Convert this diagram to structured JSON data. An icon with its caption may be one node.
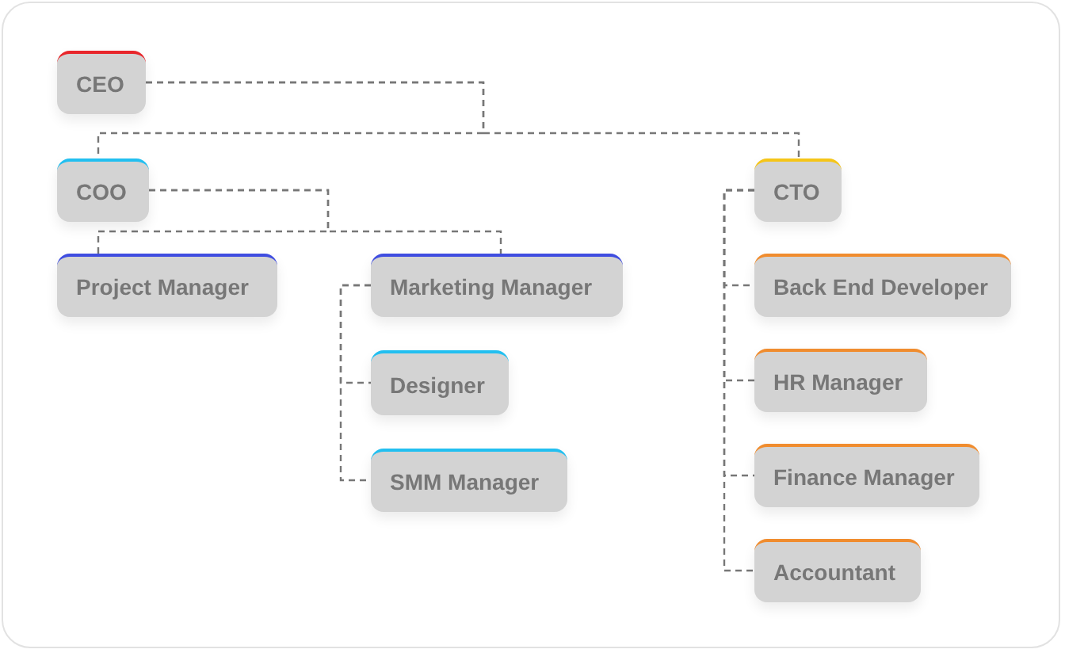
{
  "diagram": {
    "nodes": [
      {
        "text": [
          "CEO"
        ]
      },
      {
        "text": [
          "COO"
        ]
      },
      {
        "text": [
          "CTO"
        ]
      },
      {
        "text": [
          "Project Manager"
        ]
      },
      {
        "text": [
          "Marketing Manager"
        ]
      },
      {
        "text": [
          "Designer"
        ]
      },
      {
        "text": [
          "SMM Manager"
        ]
      },
      {
        "text": [
          "Back End Developer"
        ]
      },
      {
        "text": [
          "HR Manager"
        ]
      },
      {
        "text": [
          "Finance Manager"
        ]
      },
      {
        "text": [
          "Accountant"
        ]
      }
    ],
    "edges": [
      {
        "from": 0,
        "to": 1,
        "arrow": "none",
        "style": "dashed"
      },
      {
        "from": 0,
        "to": 2,
        "arrow": "none",
        "style": "dashed"
      },
      {
        "from": 1,
        "to": 3,
        "arrow": "none",
        "style": "dashed"
      },
      {
        "from": 1,
        "to": 4,
        "arrow": "none",
        "style": "dashed"
      },
      {
        "from": 4,
        "to": 5,
        "arrow": "none",
        "style": "dashed"
      },
      {
        "from": 4,
        "to": 6,
        "arrow": "none",
        "style": "dashed"
      },
      {
        "from": 2,
        "to": 7,
        "arrow": "none",
        "style": "dashed"
      },
      {
        "from": 2,
        "to": 8,
        "arrow": "none",
        "style": "dashed"
      },
      {
        "from": 2,
        "to": 9,
        "arrow": "none",
        "style": "dashed"
      },
      {
        "from": 2,
        "to": 10,
        "arrow": "none",
        "style": "dashed"
      }
    ]
  }
}
